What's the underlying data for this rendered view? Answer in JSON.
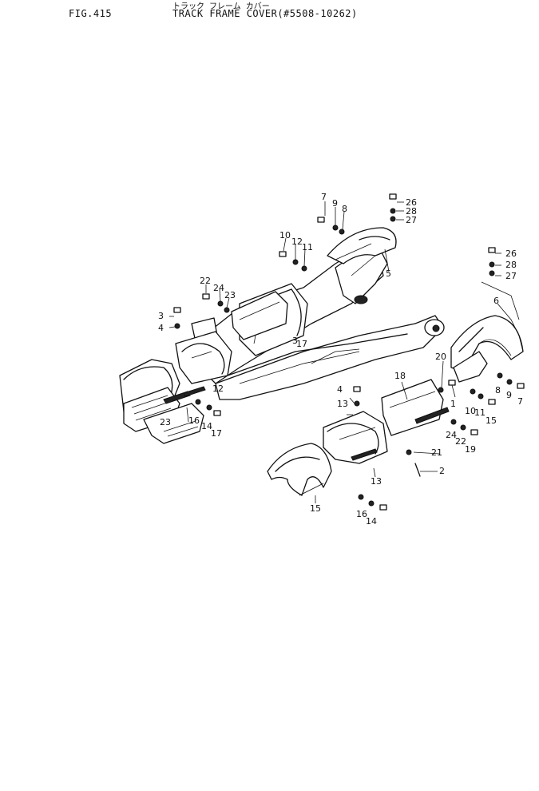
{
  "header": {
    "fig_number": "FIG.415",
    "title_jp": "トラック フレーム カバー",
    "title_en": "TRACK FRAME COVER(#5508-10262)"
  },
  "diagram": {
    "callouts": [
      "7",
      "9",
      "8",
      "26",
      "28",
      "27",
      "10",
      "12",
      "11",
      "5",
      "26",
      "28",
      "27",
      "22",
      "24",
      "23",
      "3",
      "4",
      "6",
      "17",
      "20",
      "8",
      "9",
      "7",
      "18",
      "1",
      "12",
      "11",
      "10",
      "15",
      "16",
      "14",
      "17",
      "3",
      "4",
      "13",
      "23",
      "24",
      "22",
      "19",
      "21",
      "2",
      "13",
      "15",
      "16",
      "14"
    ]
  }
}
